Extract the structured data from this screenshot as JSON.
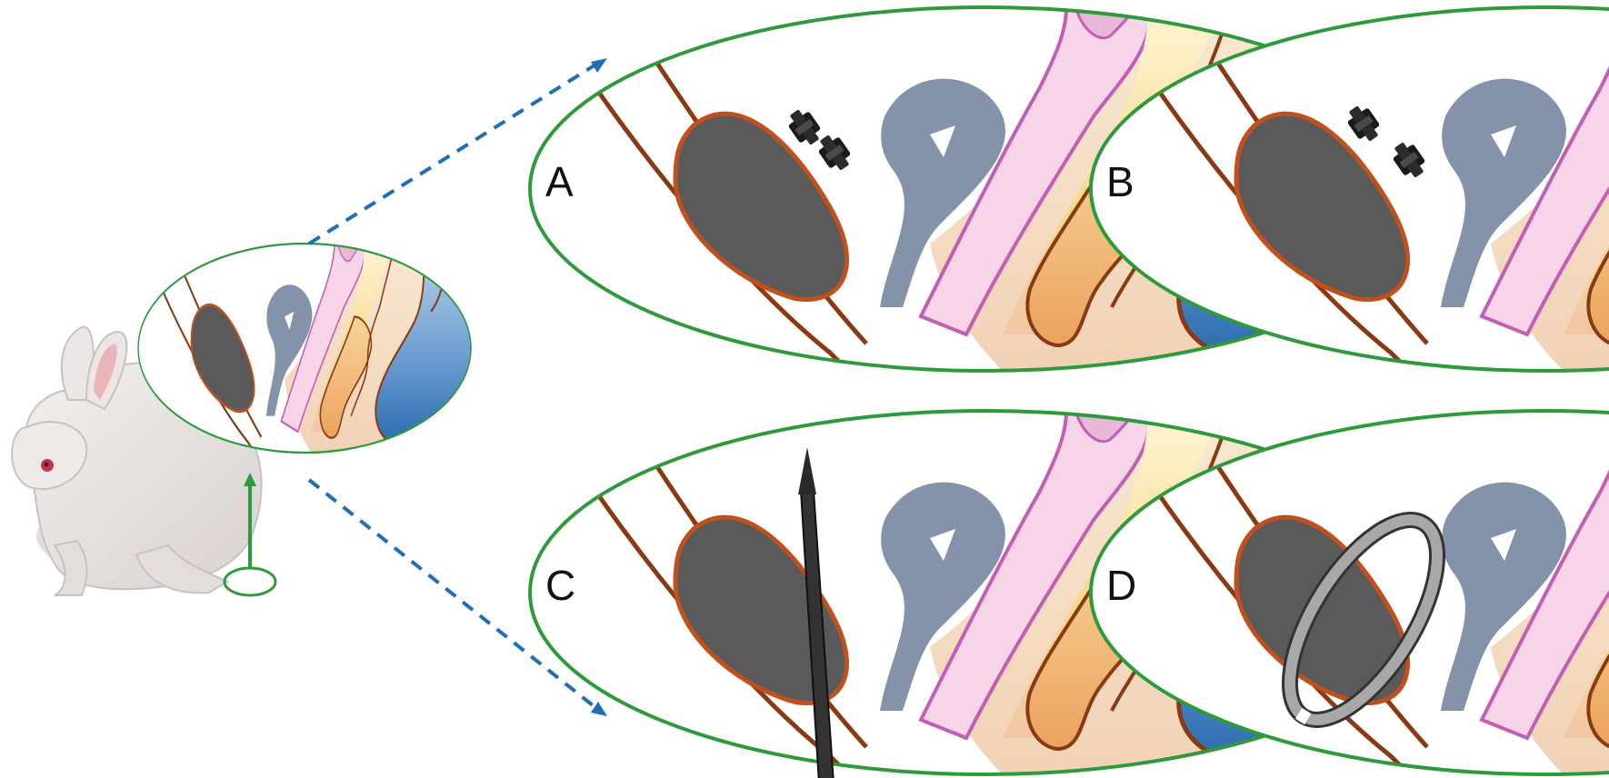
{
  "figure": {
    "panels": [
      {
        "id": "A",
        "label": "A",
        "device": "two-clips"
      },
      {
        "id": "B",
        "label": "B",
        "device": "two-clips"
      },
      {
        "id": "C",
        "label": "C",
        "device": "needle"
      },
      {
        "id": "D",
        "label": "D",
        "device": "ring"
      }
    ],
    "icons": {
      "rabbit": "rabbit-illustration",
      "zoom_arrow": "green-up-arrow",
      "connector": "blue-dashed-arrow"
    },
    "colors": {
      "circle_outline": "#2e9a3c",
      "connector": "#1f6fb5",
      "bone_blue_dark": "#2a6bb0",
      "bone_blue_light": "#a9c8e6",
      "cartilage_pink": "#f5d2e6",
      "membrane_magenta": "#c25fb3",
      "tissue_yellow": "#f6d98c",
      "tissue_orange": "#eeaa66",
      "muscle_dark": "#5a5a5a",
      "grey_blue": "#8493a9",
      "outline_brown": "#8a3a12",
      "device_dark": "#333333",
      "ring_grey": "#a8a8a8"
    }
  }
}
